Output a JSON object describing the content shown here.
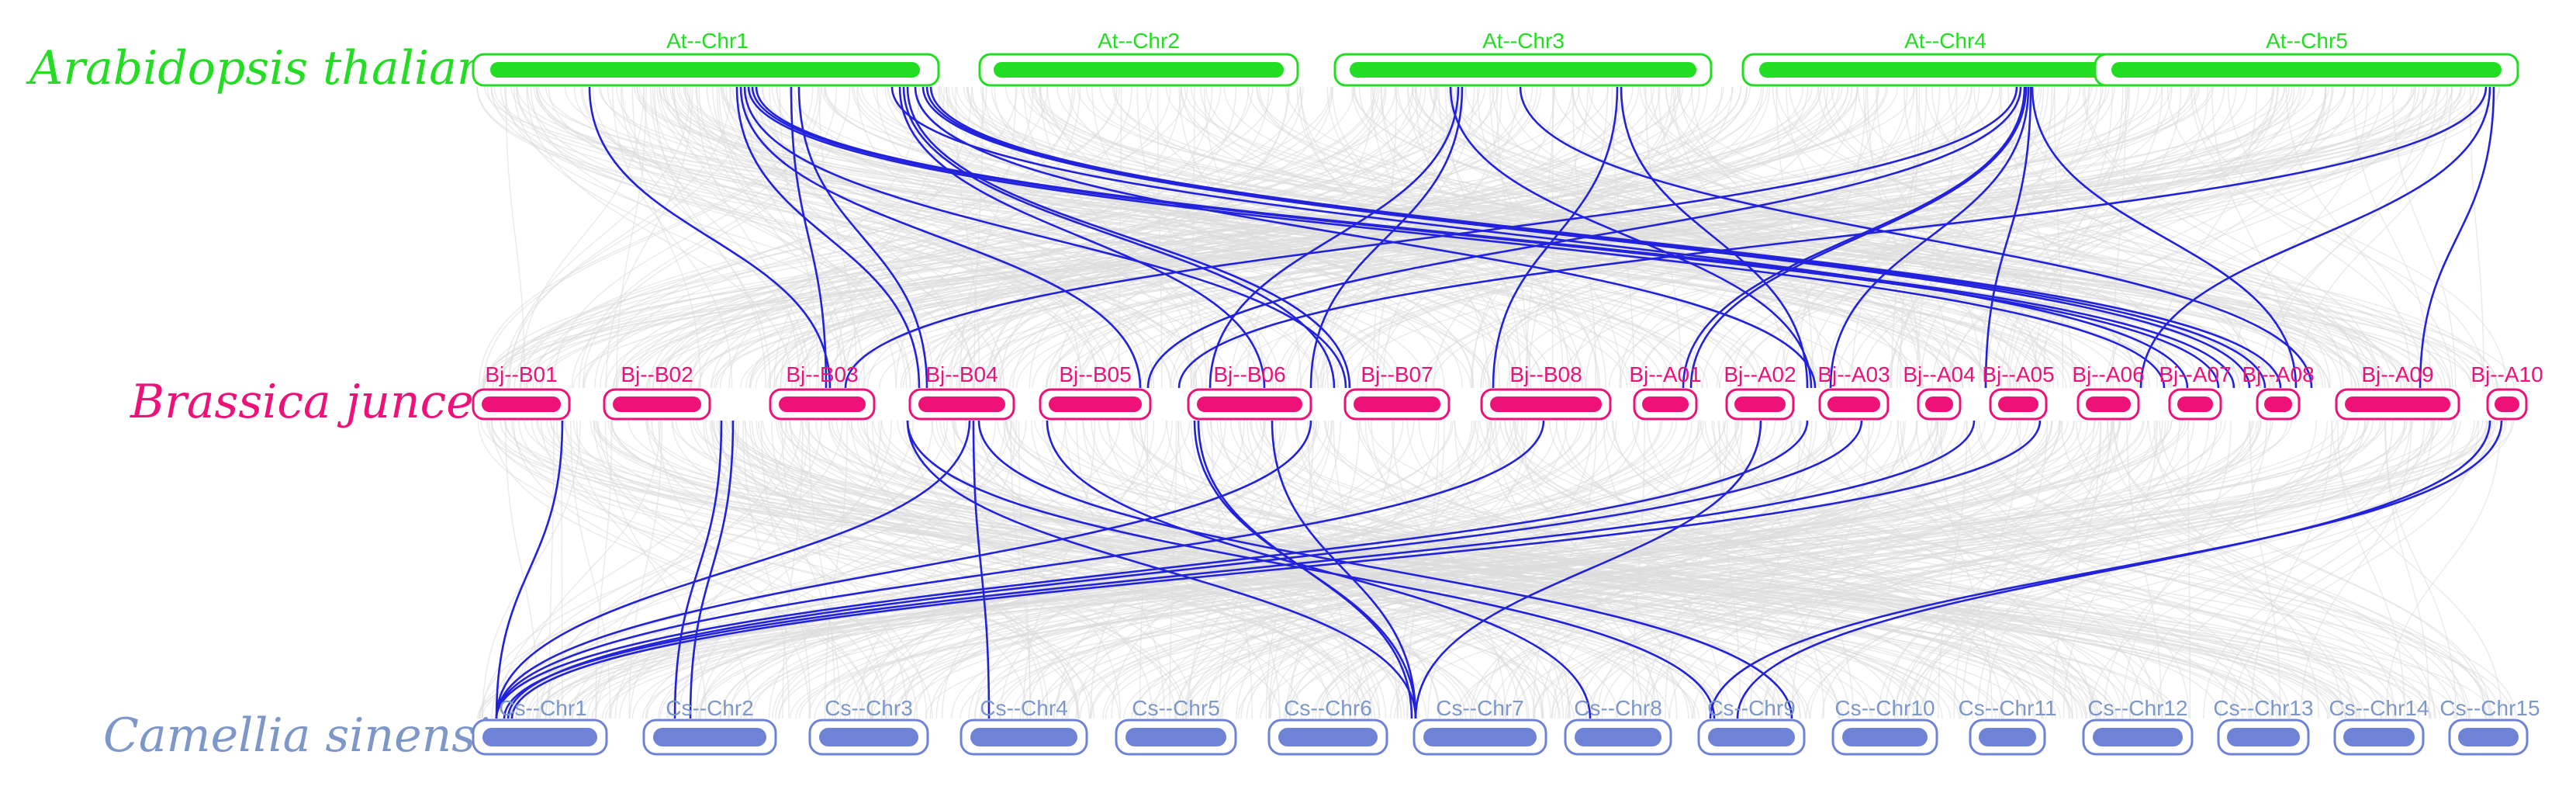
{
  "colors": {
    "at": "#22dd22",
    "bj": "#ee1177",
    "cs": "#6f83d6",
    "cs_label": "#7d97c8",
    "link": "#2222dd",
    "synteny": "#d9d9d9"
  },
  "species": {
    "at": "Arabidopsis thaliana",
    "bj": "Brassica juncea",
    "cs": "Camellia sinensis"
  },
  "chromosomes": {
    "at": [
      "At--Chr1",
      "At--Chr2",
      "At--Chr3",
      "At--Chr4",
      "At--Chr5"
    ],
    "bj": [
      "Bj--B01",
      "Bj--B02",
      "Bj--B03",
      "Bj--B04",
      "Bj--B05",
      "Bj--B06",
      "Bj--B07",
      "Bj--B08",
      "Bj--A01",
      "Bj--A02",
      "Bj--A03",
      "Bj--A04",
      "Bj--A05",
      "Bj--A06",
      "Bj--A07",
      "Bj--A08",
      "Bj--A09",
      "Bj--A10"
    ],
    "cs": [
      "Cs--Chr1",
      "Cs--Chr2",
      "Cs--Chr3",
      "Cs--Chr4",
      "Cs--Chr5",
      "Cs--Chr6",
      "Cs--Chr7",
      "Cs--Chr8",
      "Cs--Chr9",
      "Cs--Chr10",
      "Cs--Chr11",
      "Cs--Chr12",
      "Cs--Chr13",
      "Cs--Chr14",
      "Cs--Chr15"
    ]
  }
}
